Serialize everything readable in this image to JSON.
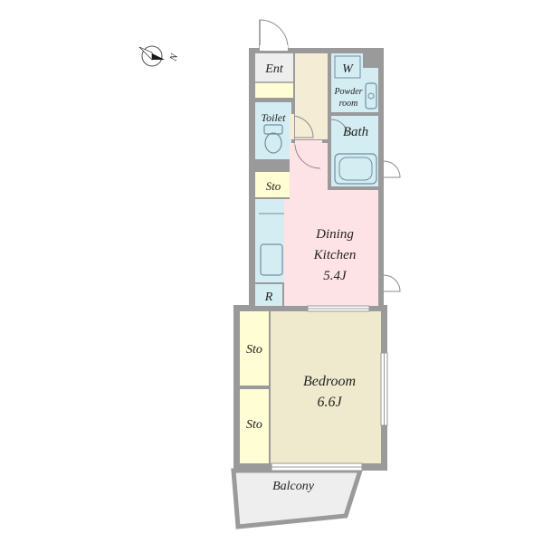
{
  "compass": {
    "label": "N"
  },
  "rooms": {
    "entrance": {
      "label": "Ent"
    },
    "washer": {
      "label": "W"
    },
    "powder_room": {
      "label_line1": "Powder",
      "label_line2": "room"
    },
    "toilet": {
      "label": "Toilet"
    },
    "bath": {
      "label": "Bath"
    },
    "storage_kitchen": {
      "label": "Sto"
    },
    "dining_kitchen": {
      "label_line1": "Dining",
      "label_line2": "Kitchen",
      "size": "5.4J"
    },
    "refrigerator": {
      "label": "R"
    },
    "storage_bed_upper": {
      "label": "Sto"
    },
    "storage_bed_lower": {
      "label": "Sto"
    },
    "bedroom": {
      "label": "Bedroom",
      "size": "6.6J"
    },
    "balcony": {
      "label": "Balcony"
    }
  },
  "colors": {
    "dining_kitchen": "#fde3e6",
    "bedroom": "#efeacd",
    "storage": "#fefdd3",
    "wet_area": "#d4edf3",
    "entrance": "#eeeeee",
    "hallway": "#f5ecd6",
    "balcony": "#eeeeee",
    "wall": "#9a9a9a"
  }
}
